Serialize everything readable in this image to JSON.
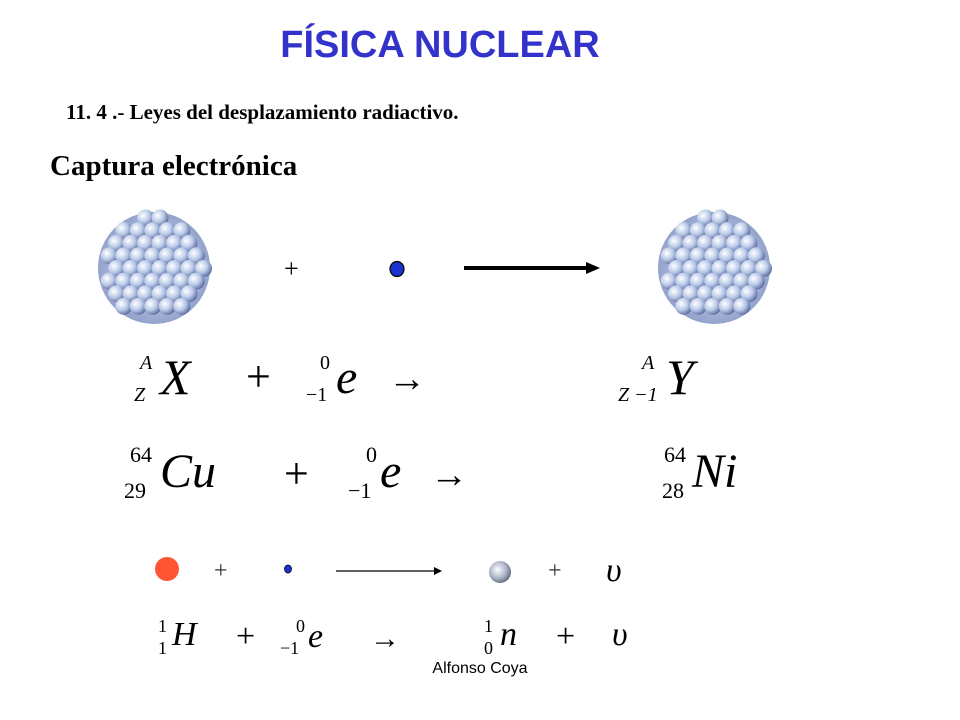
{
  "title": "FÍSICA NUCLEAR",
  "subtitle": "11. 4 .- Leyes del desplazamiento radiactivo.",
  "heading": "Captura electrónica",
  "footer": "Alfonso Coya",
  "colors": {
    "title": "#3333cc",
    "electron": "#1a33cc",
    "proton": "#ff5533",
    "nucleus": "#b8c8e8"
  },
  "diagram": {
    "plus_1": "+",
    "plus_2": "+",
    "plus_3": "+",
    "neutrino_symbol": "υ"
  },
  "equations": {
    "general": {
      "x_mass": "A",
      "x_atomic": "Z",
      "x_symbol": "X",
      "plus": "+",
      "e_mass": "0",
      "e_charge": "−1",
      "e_symbol": "e",
      "arrow": "→",
      "y_mass": "A",
      "y_atomic": "Z −1",
      "y_symbol": "Y"
    },
    "copper": {
      "cu_mass": "64",
      "cu_atomic": "29",
      "cu_symbol": "Cu",
      "plus": "+",
      "e_mass": "0",
      "e_charge": "−1",
      "e_symbol": "e",
      "arrow": "→",
      "ni_mass": "64",
      "ni_atomic": "28",
      "ni_symbol": "Ni"
    },
    "hydrogen": {
      "h_mass": "1",
      "h_atomic": "1",
      "h_symbol": "H",
      "plus": "+",
      "e_mass": "0",
      "e_charge": "−1",
      "e_symbol": "e",
      "arrow": "→",
      "n_mass": "1",
      "n_atomic": "0",
      "n_symbol": "n",
      "plus_2": "+",
      "nu_symbol": "υ"
    }
  }
}
